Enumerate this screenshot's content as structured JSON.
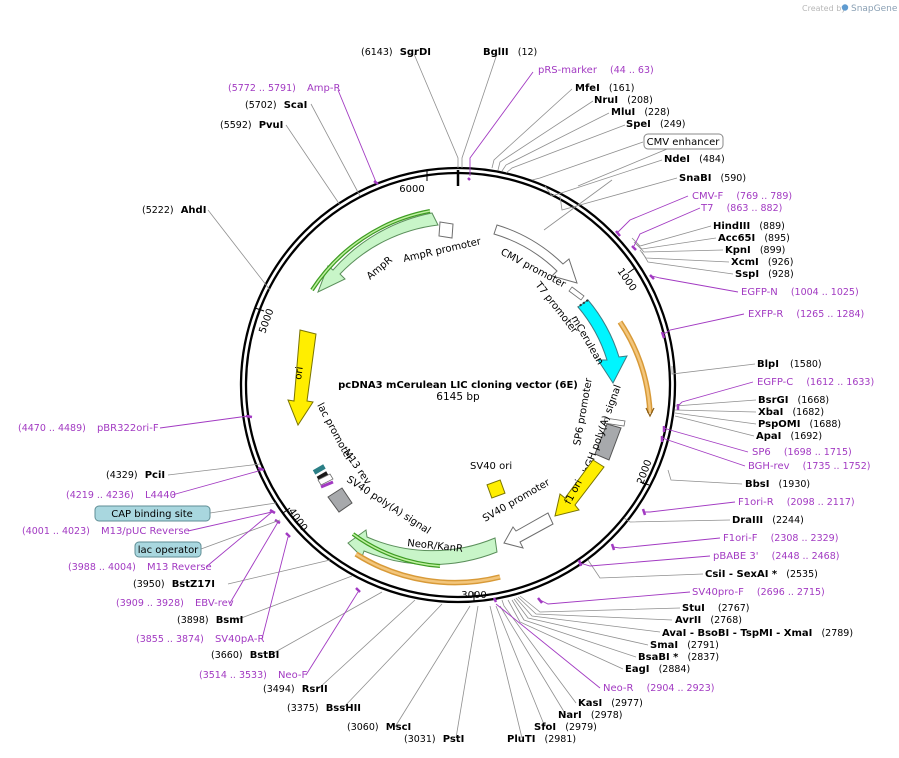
{
  "credit": {
    "prefix": "Created by",
    "brand": "SnapGene"
  },
  "map_title": "pcDNA3 mCerulean LIC cloning vector (6E)",
  "map_length": "6145 bp",
  "ticks": [
    "1000",
    "2000",
    "3000",
    "4000",
    "5000",
    "6000"
  ],
  "features": {
    "cmv_promoter": "CMV promoter",
    "t7_promoter": "T7 promoter",
    "mcerulean": "mCerulean",
    "sp6_promoter": "SP6 promoter",
    "bgh_polya": "bGH poly(A) signal",
    "f1_ori": "f1 ori",
    "sv40_promoter": "SV40 promoter",
    "sv40_ori": "SV40 ori",
    "neor_kanr": "NeoR/KanR",
    "sv40_polya": "SV40 poly(A) signal",
    "m13_rev": "M13 rev",
    "lac_promoter": "lac promoter",
    "ori": "ori",
    "ampr": "AmpR",
    "ampr_promoter": "AmpR promoter"
  },
  "boxed_labels": {
    "cmv_enhancer": "CMV enhancer",
    "cap_site": "CAP binding site",
    "lac_operator": "lac operator"
  },
  "enzymes": [
    {
      "name": "SgrDI",
      "pos": "(6143)"
    },
    {
      "name": "BglII",
      "pos": "(12)"
    },
    {
      "name": "MfeI",
      "pos": "(161)"
    },
    {
      "name": "NruI",
      "pos": "(208)"
    },
    {
      "name": "MluI",
      "pos": "(228)"
    },
    {
      "name": "SpeI",
      "pos": "(249)"
    },
    {
      "name": "NdeI",
      "pos": "(484)"
    },
    {
      "name": "SnaBI",
      "pos": "(590)"
    },
    {
      "name": "HindIII",
      "pos": "(889)"
    },
    {
      "name": "Acc65I",
      "pos": "(895)"
    },
    {
      "name": "KpnI",
      "pos": "(899)"
    },
    {
      "name": "XcmI",
      "pos": "(926)"
    },
    {
      "name": "SspI",
      "pos": "(928)"
    },
    {
      "name": "BlpI",
      "pos": "(1580)"
    },
    {
      "name": "BsrGI",
      "pos": "(1668)"
    },
    {
      "name": "XbaI",
      "pos": "(1682)"
    },
    {
      "name": "PspOMI",
      "pos": "(1688)"
    },
    {
      "name": "ApaI",
      "pos": "(1692)"
    },
    {
      "name": "BbsI",
      "pos": "(1930)"
    },
    {
      "name": "DraIII",
      "pos": "(2244)"
    },
    {
      "name": "CsiI  -  SexAI *",
      "pos": "(2535)"
    },
    {
      "name": "StuI",
      "pos": "(2767)"
    },
    {
      "name": "AvrII",
      "pos": "(2768)"
    },
    {
      "name": "AvaI  -  BsoBI  -  TspMI  -  XmaI",
      "pos": "(2789)"
    },
    {
      "name": "SmaI",
      "pos": "(2791)"
    },
    {
      "name": "BsaBI *",
      "pos": "(2837)"
    },
    {
      "name": "EagI",
      "pos": "(2884)"
    },
    {
      "name": "KasI",
      "pos": "(2977)"
    },
    {
      "name": "NarI",
      "pos": "(2978)"
    },
    {
      "name": "SfoI",
      "pos": "(2979)"
    },
    {
      "name": "PluTI",
      "pos": "(2981)"
    },
    {
      "name": "PstI",
      "pos": "(3031)"
    },
    {
      "name": "MscI",
      "pos": "(3060)"
    },
    {
      "name": "BssHII",
      "pos": "(3375)"
    },
    {
      "name": "RsrII",
      "pos": "(3494)"
    },
    {
      "name": "BstBI",
      "pos": "(3660)"
    },
    {
      "name": "BsmI",
      "pos": "(3898)"
    },
    {
      "name": "BstZ17I",
      "pos": "(3950)"
    },
    {
      "name": "PciI",
      "pos": "(4329)"
    },
    {
      "name": "AhdI",
      "pos": "(5222)"
    },
    {
      "name": "PvuI",
      "pos": "(5592)"
    },
    {
      "name": "ScaI",
      "pos": "(5702)"
    }
  ],
  "primers": [
    {
      "name": "pRS-marker",
      "pos": "(44 .. 63)"
    },
    {
      "name": "CMV-F",
      "pos": "(769 .. 789)"
    },
    {
      "name": "T7",
      "pos": "(863 .. 882)"
    },
    {
      "name": "EGFP-N",
      "pos": "(1004 .. 1025)"
    },
    {
      "name": "EXFP-R",
      "pos": "(1265 .. 1284)"
    },
    {
      "name": "EGFP-C",
      "pos": "(1612 .. 1633)"
    },
    {
      "name": "SP6",
      "pos": "(1698 .. 1715)"
    },
    {
      "name": "BGH-rev",
      "pos": "(1735 .. 1752)"
    },
    {
      "name": "F1ori-R",
      "pos": "(2098 .. 2117)"
    },
    {
      "name": "F1ori-F",
      "pos": "(2308 .. 2329)"
    },
    {
      "name": "pBABE 3'",
      "pos": "(2448 .. 2468)"
    },
    {
      "name": "SV40pro-F",
      "pos": "(2696 .. 2715)"
    },
    {
      "name": "Neo-R",
      "pos": "(2904 .. 2923)"
    },
    {
      "name": "Neo-F",
      "pos": "(3514 .. 3533)"
    },
    {
      "name": "SV40pA-R",
      "pos": "(3855 .. 3874)"
    },
    {
      "name": "EBV-rev",
      "pos": "(3909 .. 3928)"
    },
    {
      "name": "M13 Reverse",
      "pos": "(3988 .. 4004)"
    },
    {
      "name": "M13/pUC Reverse",
      "pos": "(4001 .. 4023)"
    },
    {
      "name": "L4440",
      "pos": "(4219 .. 4236)"
    },
    {
      "name": "pBR322ori-F",
      "pos": "(4470 .. 4489)"
    },
    {
      "name": "Amp-R",
      "pos": "(5772 .. 5791)"
    }
  ]
}
